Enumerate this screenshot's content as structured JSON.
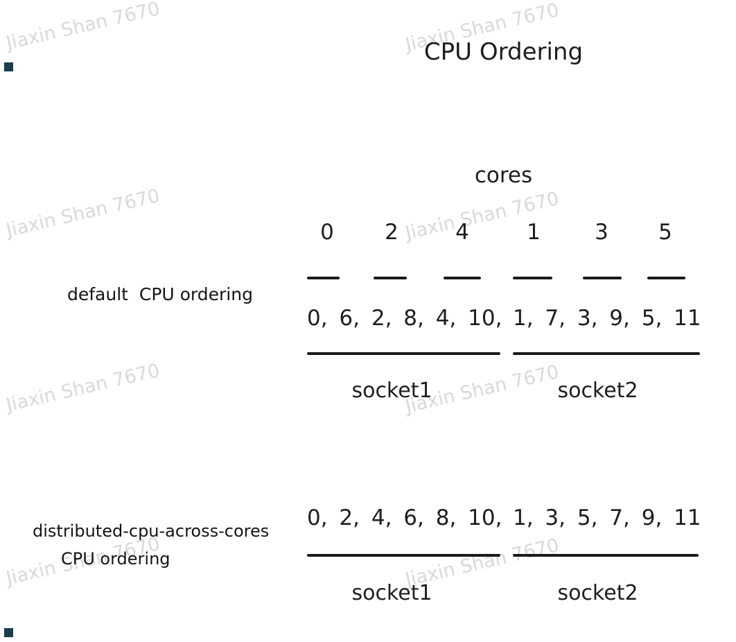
{
  "page": {
    "title": "CPU Ordering",
    "background_color": "#ffffff",
    "text_color": "#1e1e1e",
    "line_color": "#1a1a1a",
    "watermark_color": "#d9d9d9",
    "marker_color": "#173f4e"
  },
  "watermark": {
    "text": "Jiaxin Shan 7670"
  },
  "cores": {
    "label": "cores",
    "values": [
      "0",
      "2",
      "4",
      "1",
      "3",
      "5"
    ]
  },
  "default_ordering": {
    "label": "default  CPU ordering",
    "socket1": {
      "values": "0, 6, 2, 8, 4, 10,",
      "label": "socket1"
    },
    "socket2": {
      "values": "1, 7, 3, 9, 5, 11",
      "label": "socket2"
    }
  },
  "distributed_ordering": {
    "label_line1": "distributed-cpu-across-cores",
    "label_line2": "CPU ordering",
    "socket1": {
      "values": "0, 2, 4, 6, 8, 10,",
      "label": "socket1"
    },
    "socket2": {
      "values": "1, 3, 5, 7, 9, 11",
      "label": "socket2"
    }
  }
}
